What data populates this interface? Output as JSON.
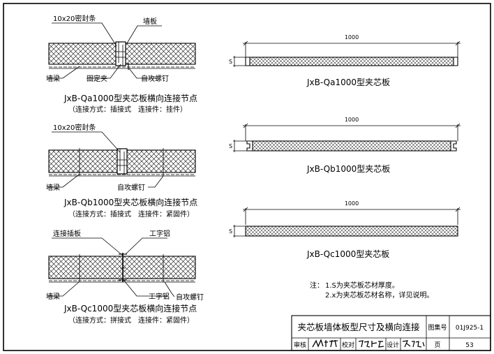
{
  "details": [
    {
      "callouts": {
        "seal": "10x20密封条",
        "board": "墙板",
        "beam": "墙梁",
        "clip": "固定夹",
        "screw": "自攻螺钉"
      },
      "title": "JxB-Qa1000型夹芯板横向连接节点",
      "subtitle": "（连接方式：插接式　连接件：挂件）"
    },
    {
      "callouts": {
        "seal": "10x20密封条",
        "beam": "墙梁",
        "screw": "自攻螺钉"
      },
      "title": "JxB-Qb1000型夹芯板横向连接节点",
      "subtitle": "（连接方式：插接式　连接件：紧固件）"
    },
    {
      "callouts": {
        "plate": "连接插板",
        "ibeam_top": "工字铝",
        "beam": "墙梁",
        "ibeam_bottom": "工字铝",
        "screw": "自攻螺钉"
      },
      "title": "JxB-Qc1000型夹芯板横向连接节点",
      "subtitle": "（连接方式：拼接式　连接件：紧固件）"
    }
  ],
  "profiles": [
    {
      "dimension": "1000",
      "thickness_label": "S",
      "title": "JxB-Qa1000型夹芯板"
    },
    {
      "dimension": "1000",
      "thickness_label": "S",
      "title": "JxB-Qb1000型夹芯板"
    },
    {
      "dimension": "1000",
      "thickness_label": "S",
      "title": "JxB-Qc1000型夹芯板"
    }
  ],
  "notes": {
    "prefix": "注：",
    "items": [
      "1.S为夹芯板芯材厚度。",
      "2.x为夹芯板芯材名称，详见说明。"
    ]
  },
  "title_block": {
    "title": "夹芯板墙体板型尺寸及横向连接",
    "atlas_label": "图集号",
    "atlas_no": "01J925-1",
    "review_label": "审核",
    "check_label": "校对",
    "design_label": "设计",
    "page_label": "页",
    "page_no": "53"
  }
}
